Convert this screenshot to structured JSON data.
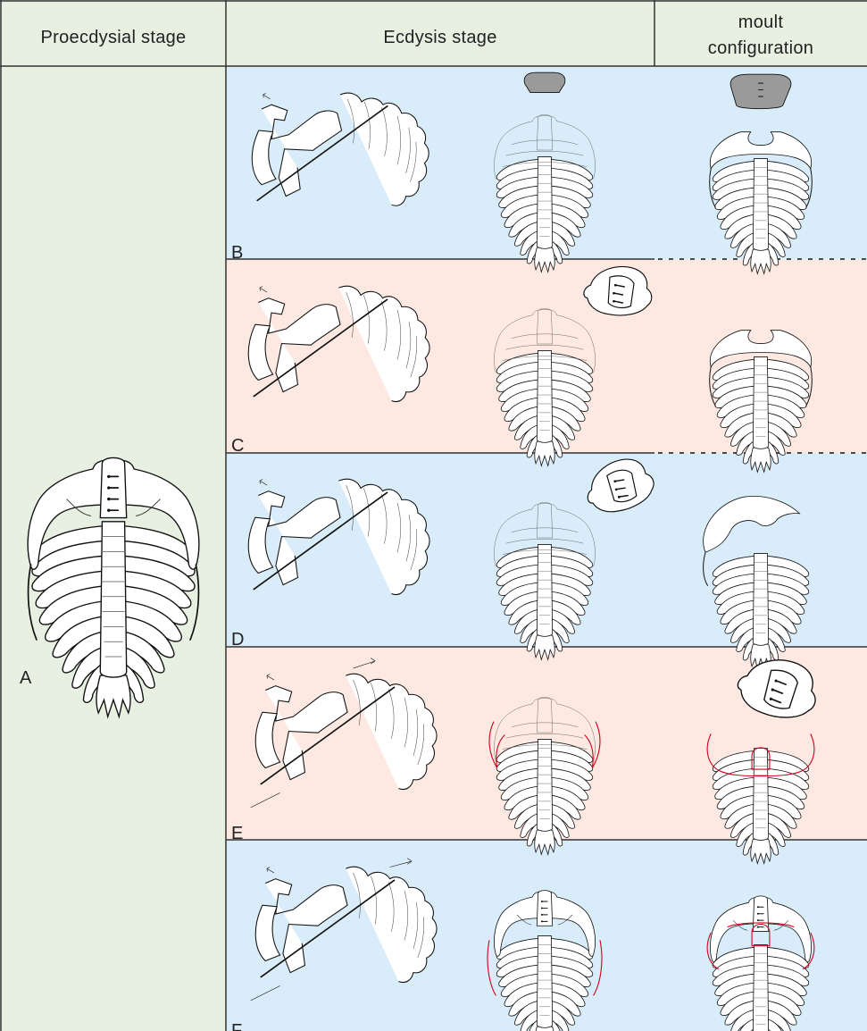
{
  "headers": {
    "proecdysial": "Proecdysial stage",
    "ecdysis": "Ecdysis stage",
    "moult_line1": "moult",
    "moult_line2": "configuration"
  },
  "panel_labels": {
    "A": "A",
    "B": "B",
    "C": "C",
    "D": "D",
    "E": "E",
    "F": "F"
  },
  "colors": {
    "header_bg": "#e7f0e1",
    "column_a_bg": "#e7f0e1",
    "blue_row_bg": "#d9ecf9",
    "pink_row_bg": "#fde9e1",
    "line": "#111111",
    "highlight_red": "#d0021b",
    "cephalon_gray": "#9a9a9a"
  }
}
